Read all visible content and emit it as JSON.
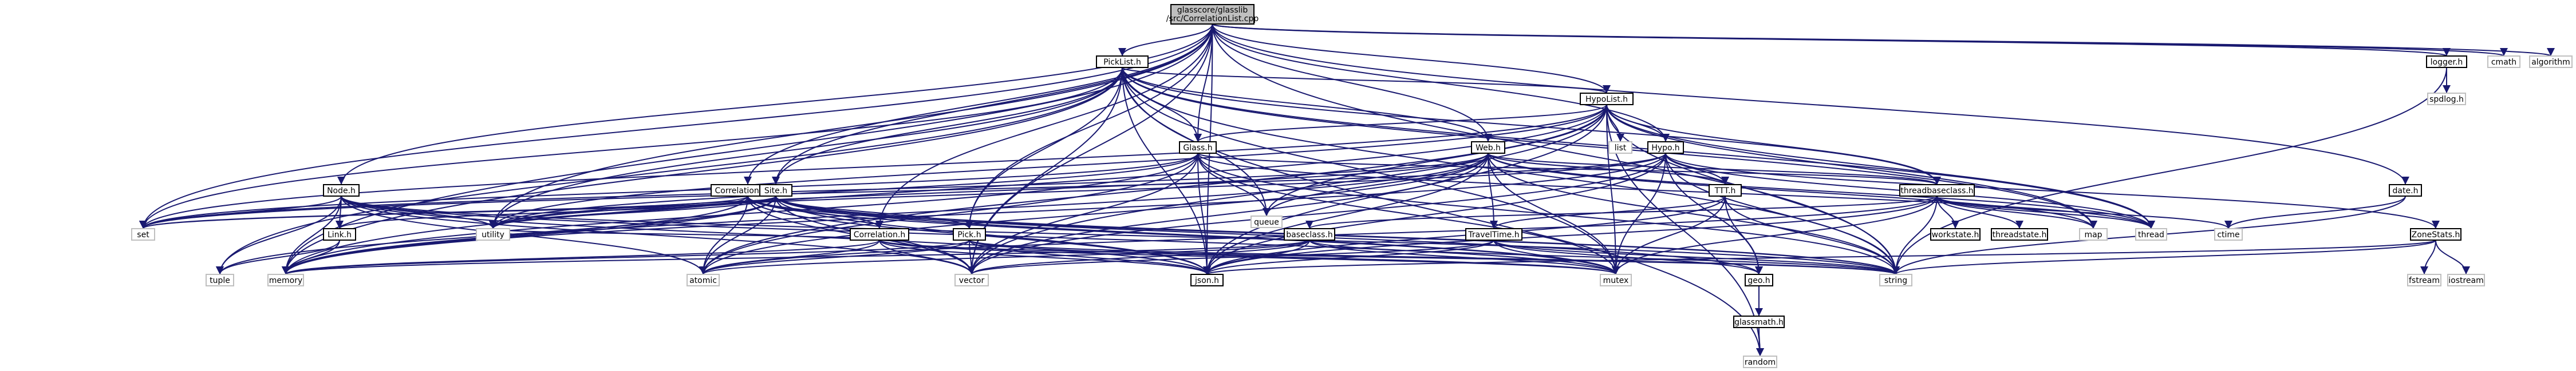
{
  "root": {
    "label_lines": [
      "glasscore/glasslib",
      "/src/CorrelationList.cpp"
    ]
  },
  "nodes": [
    {
      "id": "PickList.h",
      "label": "PickList.h"
    },
    {
      "id": "logger.h",
      "label": "logger.h"
    },
    {
      "id": "cmath",
      "label": "cmath"
    },
    {
      "id": "algorithm",
      "label": "algorithm"
    },
    {
      "id": "spdlog.h",
      "label": "spdlog.h"
    },
    {
      "id": "HypoList.h",
      "label": "HypoList.h"
    },
    {
      "id": "list",
      "label": "list"
    },
    {
      "id": "Hypo.h",
      "label": "Hypo.h"
    },
    {
      "id": "Glass.h",
      "label": "Glass.h"
    },
    {
      "id": "Web.h",
      "label": "Web.h"
    },
    {
      "id": "Node.h",
      "label": "Node.h"
    },
    {
      "id": "CorrelationList.h",
      "label": "CorrelationList.h"
    },
    {
      "id": "Site.h",
      "label": "Site.h"
    },
    {
      "id": "TTT.h",
      "label": "TTT.h"
    },
    {
      "id": "threadbaseclass.h",
      "label": "threadbaseclass.h"
    },
    {
      "id": "date.h",
      "label": "date.h"
    },
    {
      "id": "ZoneStats.h",
      "label": "ZoneStats.h"
    },
    {
      "id": "Link.h",
      "label": "Link.h"
    },
    {
      "id": "Correlation.h",
      "label": "Correlation.h"
    },
    {
      "id": "Pick.h",
      "label": "Pick.h"
    },
    {
      "id": "TravelTime.h",
      "label": "TravelTime.h"
    },
    {
      "id": "baseclass.h",
      "label": "baseclass.h"
    },
    {
      "id": "workstate.h",
      "label": "workstate.h"
    },
    {
      "id": "threadstate.h",
      "label": "threadstate.h"
    },
    {
      "id": "set",
      "label": "set"
    },
    {
      "id": "utility",
      "label": "utility"
    },
    {
      "id": "queue",
      "label": "queue"
    },
    {
      "id": "map",
      "label": "map"
    },
    {
      "id": "thread",
      "label": "thread"
    },
    {
      "id": "ctime",
      "label": "ctime"
    },
    {
      "id": "tuple",
      "label": "tuple"
    },
    {
      "id": "memory",
      "label": "memory"
    },
    {
      "id": "atomic",
      "label": "atomic"
    },
    {
      "id": "vector",
      "label": "vector"
    },
    {
      "id": "json.h",
      "label": "json.h"
    },
    {
      "id": "mutex",
      "label": "mutex"
    },
    {
      "id": "string",
      "label": "string"
    },
    {
      "id": "geo.h",
      "label": "geo.h"
    },
    {
      "id": "fstream",
      "label": "fstream"
    },
    {
      "id": "iostream",
      "label": "iostream"
    },
    {
      "id": "glassmath.h",
      "label": "glassmath.h"
    },
    {
      "id": "random",
      "label": "random"
    }
  ],
  "edges": [
    [
      "root",
      "PickList.h"
    ],
    [
      "root",
      "logger.h"
    ],
    [
      "root",
      "cmath"
    ],
    [
      "root",
      "algorithm"
    ],
    [
      "root",
      "HypoList.h"
    ],
    [
      "root",
      "Hypo.h"
    ],
    [
      "root",
      "Glass.h"
    ],
    [
      "root",
      "Web.h"
    ],
    [
      "root",
      "Node.h"
    ],
    [
      "root",
      "CorrelationList.h"
    ],
    [
      "root",
      "Site.h"
    ],
    [
      "root",
      "Correlation.h"
    ],
    [
      "root",
      "Pick.h"
    ],
    [
      "root",
      "date.h"
    ],
    [
      "root",
      "set"
    ],
    [
      "root",
      "utility"
    ],
    [
      "root",
      "memory"
    ],
    [
      "root",
      "vector"
    ],
    [
      "root",
      "json.h"
    ],
    [
      "root",
      "string"
    ],
    [
      "logger.h",
      "spdlog.h"
    ],
    [
      "logger.h",
      "string"
    ],
    [
      "PickList.h",
      "HypoList.h"
    ],
    [
      "PickList.h",
      "Glass.h"
    ],
    [
      "PickList.h",
      "Web.h"
    ],
    [
      "PickList.h",
      "Site.h"
    ],
    [
      "PickList.h",
      "Pick.h"
    ],
    [
      "PickList.h",
      "threadbaseclass.h"
    ],
    [
      "PickList.h",
      "set"
    ],
    [
      "PickList.h",
      "utility"
    ],
    [
      "PickList.h",
      "queue"
    ],
    [
      "PickList.h",
      "map"
    ],
    [
      "PickList.h",
      "thread"
    ],
    [
      "PickList.h",
      "tuple"
    ],
    [
      "PickList.h",
      "memory"
    ],
    [
      "PickList.h",
      "vector"
    ],
    [
      "PickList.h",
      "json.h"
    ],
    [
      "PickList.h",
      "mutex"
    ],
    [
      "PickList.h",
      "string"
    ],
    [
      "PickList.h",
      "random"
    ],
    [
      "HypoList.h",
      "list"
    ],
    [
      "HypoList.h",
      "Hypo.h"
    ],
    [
      "HypoList.h",
      "Glass.h"
    ],
    [
      "HypoList.h",
      "threadbaseclass.h"
    ],
    [
      "HypoList.h",
      "set"
    ],
    [
      "HypoList.h",
      "utility"
    ],
    [
      "HypoList.h",
      "queue"
    ],
    [
      "HypoList.h",
      "map"
    ],
    [
      "HypoList.h",
      "thread"
    ],
    [
      "HypoList.h",
      "memory"
    ],
    [
      "HypoList.h",
      "atomic"
    ],
    [
      "HypoList.h",
      "vector"
    ],
    [
      "HypoList.h",
      "json.h"
    ],
    [
      "HypoList.h",
      "mutex"
    ],
    [
      "HypoList.h",
      "string"
    ],
    [
      "HypoList.h",
      "random"
    ],
    [
      "Hypo.h",
      "TTT.h"
    ],
    [
      "Hypo.h",
      "ZoneStats.h"
    ],
    [
      "Hypo.h",
      "set"
    ],
    [
      "Hypo.h",
      "utility"
    ],
    [
      "Hypo.h",
      "thread"
    ],
    [
      "Hypo.h",
      "memory"
    ],
    [
      "Hypo.h",
      "vector"
    ],
    [
      "Hypo.h",
      "json.h"
    ],
    [
      "Hypo.h",
      "mutex"
    ],
    [
      "Hypo.h",
      "string"
    ],
    [
      "Hypo.h",
      "geo.h"
    ],
    [
      "Glass.h",
      "threadbaseclass.h"
    ],
    [
      "Glass.h",
      "utility"
    ],
    [
      "Glass.h",
      "queue"
    ],
    [
      "Glass.h",
      "thread"
    ],
    [
      "Glass.h",
      "memory"
    ],
    [
      "Glass.h",
      "atomic"
    ],
    [
      "Glass.h",
      "vector"
    ],
    [
      "Glass.h",
      "json.h"
    ],
    [
      "Glass.h",
      "mutex"
    ],
    [
      "Glass.h",
      "string"
    ],
    [
      "Glass.h",
      "set"
    ],
    [
      "Web.h",
      "threadbaseclass.h"
    ],
    [
      "Web.h",
      "TTT.h"
    ],
    [
      "Web.h",
      "TravelTime.h"
    ],
    [
      "Web.h",
      "queue"
    ],
    [
      "Web.h",
      "map"
    ],
    [
      "Web.h",
      "thread"
    ],
    [
      "Web.h",
      "set"
    ],
    [
      "Web.h",
      "utility"
    ],
    [
      "Web.h",
      "memory"
    ],
    [
      "Web.h",
      "atomic"
    ],
    [
      "Web.h",
      "vector"
    ],
    [
      "Web.h",
      "json.h"
    ],
    [
      "Web.h",
      "mutex"
    ],
    [
      "Web.h",
      "string"
    ],
    [
      "Node.h",
      "Link.h"
    ],
    [
      "Node.h",
      "set"
    ],
    [
      "Node.h",
      "utility"
    ],
    [
      "Node.h",
      "tuple"
    ],
    [
      "Node.h",
      "memory"
    ],
    [
      "Node.h",
      "atomic"
    ],
    [
      "Node.h",
      "vector"
    ],
    [
      "Node.h",
      "json.h"
    ],
    [
      "Node.h",
      "mutex"
    ],
    [
      "Node.h",
      "string"
    ],
    [
      "CorrelationList.h",
      "Correlation.h"
    ],
    [
      "CorrelationList.h",
      "set"
    ],
    [
      "CorrelationList.h",
      "utility"
    ],
    [
      "CorrelationList.h",
      "memory"
    ],
    [
      "CorrelationList.h",
      "atomic"
    ],
    [
      "CorrelationList.h",
      "vector"
    ],
    [
      "CorrelationList.h",
      "json.h"
    ],
    [
      "CorrelationList.h",
      "mutex"
    ],
    [
      "CorrelationList.h",
      "string"
    ],
    [
      "Site.h",
      "Link.h"
    ],
    [
      "Site.h",
      "Pick.h"
    ],
    [
      "Site.h",
      "geo.h"
    ],
    [
      "Site.h",
      "set"
    ],
    [
      "Site.h",
      "utility"
    ],
    [
      "Site.h",
      "tuple"
    ],
    [
      "Site.h",
      "memory"
    ],
    [
      "Site.h",
      "atomic"
    ],
    [
      "Site.h",
      "vector"
    ],
    [
      "Site.h",
      "json.h"
    ],
    [
      "Site.h",
      "mutex"
    ],
    [
      "Site.h",
      "string"
    ],
    [
      "TTT.h",
      "TravelTime.h"
    ],
    [
      "TTT.h",
      "geo.h"
    ],
    [
      "TTT.h",
      "mutex"
    ],
    [
      "TTT.h",
      "string"
    ],
    [
      "TTT.h",
      "json.h"
    ],
    [
      "threadbaseclass.h",
      "baseclass.h"
    ],
    [
      "threadbaseclass.h",
      "workstate.h"
    ],
    [
      "threadbaseclass.h",
      "threadstate.h"
    ],
    [
      "threadbaseclass.h",
      "thread"
    ],
    [
      "threadbaseclass.h",
      "ctime"
    ],
    [
      "threadbaseclass.h",
      "mutex"
    ],
    [
      "threadbaseclass.h",
      "atomic"
    ],
    [
      "threadbaseclass.h",
      "string"
    ],
    [
      "threadbaseclass.h",
      "map"
    ],
    [
      "threadbaseclass.h",
      "json.h"
    ],
    [
      "date.h",
      "ctime"
    ],
    [
      "date.h",
      "string"
    ],
    [
      "ZoneStats.h",
      "fstream"
    ],
    [
      "ZoneStats.h",
      "iostream"
    ],
    [
      "ZoneStats.h",
      "string"
    ],
    [
      "ZoneStats.h",
      "json.h"
    ],
    [
      "Link.h",
      "tuple"
    ],
    [
      "Link.h",
      "memory"
    ],
    [
      "Correlation.h",
      "json.h"
    ],
    [
      "Correlation.h",
      "utility"
    ],
    [
      "Correlation.h",
      "memory"
    ],
    [
      "Correlation.h",
      "atomic"
    ],
    [
      "Correlation.h",
      "vector"
    ],
    [
      "Correlation.h",
      "mutex"
    ],
    [
      "Correlation.h",
      "string"
    ],
    [
      "Pick.h",
      "json.h"
    ],
    [
      "Pick.h",
      "memory"
    ],
    [
      "Pick.h",
      "atomic"
    ],
    [
      "Pick.h",
      "vector"
    ],
    [
      "Pick.h",
      "mutex"
    ],
    [
      "Pick.h",
      "string"
    ],
    [
      "TravelTime.h",
      "json.h"
    ],
    [
      "TravelTime.h",
      "vector"
    ],
    [
      "TravelTime.h",
      "mutex"
    ],
    [
      "TravelTime.h",
      "string"
    ],
    [
      "TravelTime.h",
      "geo.h"
    ],
    [
      "baseclass.h",
      "json.h"
    ],
    [
      "baseclass.h",
      "memory"
    ],
    [
      "baseclass.h",
      "vector"
    ],
    [
      "baseclass.h",
      "mutex"
    ],
    [
      "baseclass.h",
      "string"
    ],
    [
      "baseclass.h",
      "atomic"
    ],
    [
      "geo.h",
      "glassmath.h"
    ],
    [
      "glassmath.h",
      "random"
    ]
  ],
  "colors": {
    "edge": "#191970",
    "node_fill": "#ffffff",
    "root_fill": "#bfbfbf",
    "system_border": "#bfbfbf",
    "node_border": "#000000"
  }
}
